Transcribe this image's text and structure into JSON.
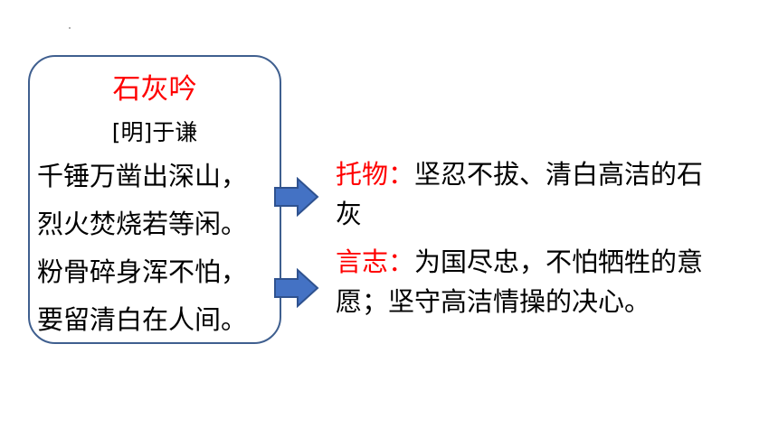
{
  "poem": {
    "title": "石灰吟",
    "author": "[明]于谦",
    "lines": [
      "千锤万凿出深山，",
      "烈火焚烧若等闲。",
      "粉骨碎身浑不怕，",
      "要留清白在人间。"
    ]
  },
  "notes": [
    {
      "key": "托物：",
      "text": "坚忍不拔、清白高洁的石灰"
    },
    {
      "key": "言志：",
      "text": "为国尽忠，不怕牺牲的意愿；坚守高洁情操的决心。"
    }
  ],
  "colors": {
    "accent": "#ff0000",
    "box_border": "#3f5f8f",
    "arrow_fill": "#4472c4",
    "arrow_stroke": "#2f528f"
  }
}
